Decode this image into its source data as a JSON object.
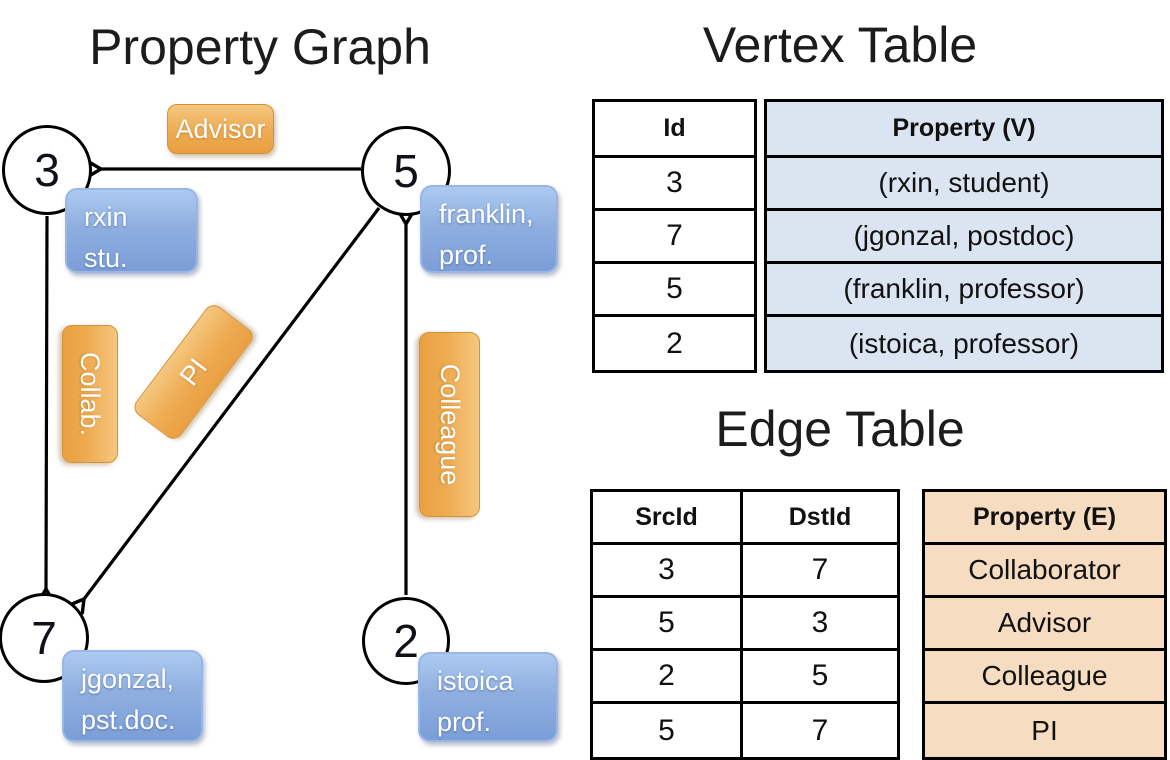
{
  "graph": {
    "title": "Property Graph",
    "nodes": [
      {
        "id": "3",
        "lines": [
          "rxin",
          "stu."
        ]
      },
      {
        "id": "5",
        "lines": [
          "franklin,",
          "prof."
        ]
      },
      {
        "id": "7",
        "lines": [
          "jgonzal,",
          "pst.doc."
        ]
      },
      {
        "id": "2",
        "lines": [
          "istoica",
          "prof."
        ]
      }
    ],
    "edges": [
      {
        "from": "5",
        "to": "3",
        "label": "Advisor"
      },
      {
        "from": "3",
        "to": "7",
        "label": "Collab."
      },
      {
        "from": "5",
        "to": "7",
        "label": "PI"
      },
      {
        "from": "2",
        "to": "5",
        "label": "Colleague"
      }
    ]
  },
  "vertex_table": {
    "title": "Vertex Table",
    "columns": [
      "Id",
      "Property (V)"
    ],
    "rows": [
      [
        "3",
        "(rxin, student)"
      ],
      [
        "7",
        "(jgonzal, postdoc)"
      ],
      [
        "5",
        "(franklin, professor)"
      ],
      [
        "2",
        "(istoica, professor)"
      ]
    ]
  },
  "edge_table": {
    "title": "Edge Table",
    "columns": [
      "SrcId",
      "DstId",
      "Property (E)"
    ],
    "rows": [
      [
        "3",
        "7",
        "Collaborator"
      ],
      [
        "5",
        "3",
        "Advisor"
      ],
      [
        "2",
        "5",
        "Colleague"
      ],
      [
        "5",
        "7",
        "PI"
      ]
    ]
  },
  "colors": {
    "edge_label_orange": "#eda94f",
    "node_property_blue": "#8fafe0",
    "vertex_table_fill": "#dbe5f2",
    "edge_table_fill": "#f6dcc1",
    "line_black": "#000000"
  }
}
